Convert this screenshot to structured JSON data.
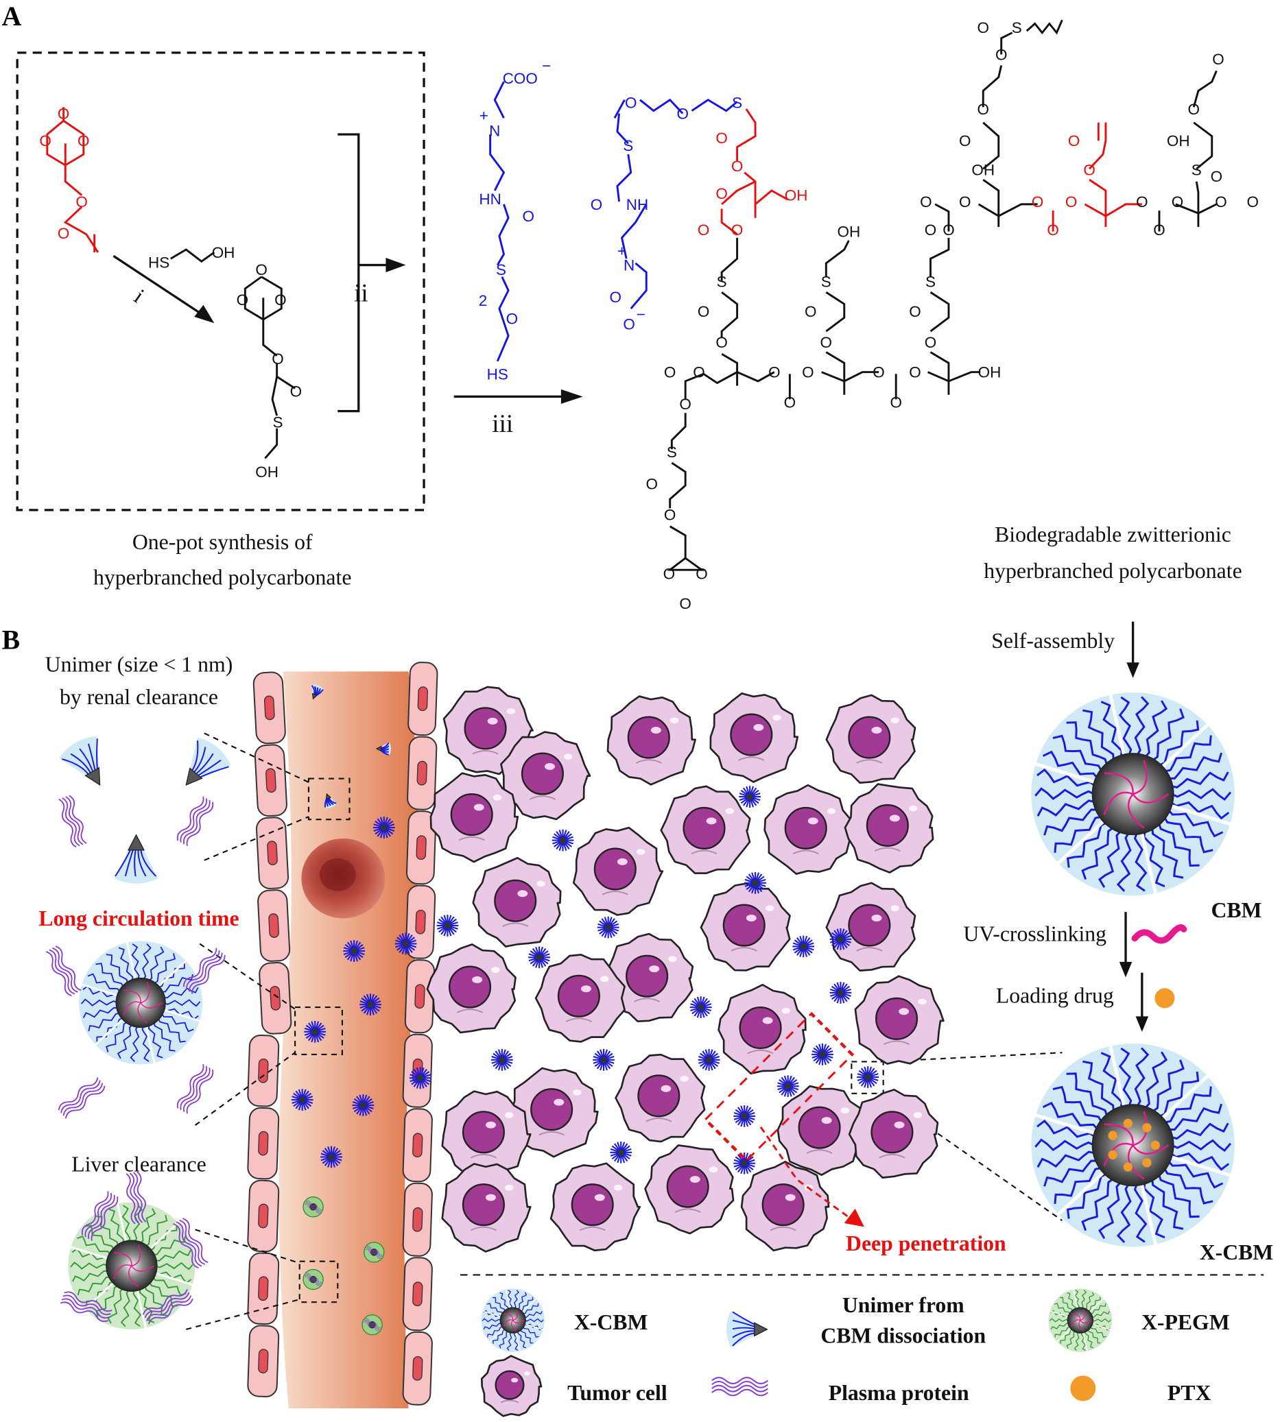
{
  "panels": {
    "a": "A",
    "b": "B"
  },
  "colors": {
    "monomer": "#e8100f",
    "zwitterion": "#1414e6",
    "polymer": "#000000",
    "penetration": "#e8100f",
    "ptx": "#f39b2a",
    "uv": "#e8198c",
    "cell_body": "#e9c9e6",
    "cell_nucleus": "#a13a92",
    "shell": "#cfe9f6",
    "peg_shell": "#cfe8c8"
  },
  "panel_a": {
    "step_i": "i",
    "step_ii": "ii",
    "step_iii": "iii",
    "thiol_reagent": {
      "hs": "HS",
      "oh": "OH"
    },
    "monomer_atoms": [
      "O",
      "O",
      "O",
      "O",
      "O"
    ],
    "intermediate_atoms": [
      "O",
      "O",
      "O",
      "O",
      "O",
      "S",
      "OH"
    ],
    "zwitterion_atoms": [
      "COO",
      "−",
      "N",
      "+",
      "HN",
      "O",
      "S",
      "2",
      "O",
      "HS"
    ],
    "polymer_atoms": [
      "O",
      "O",
      "S",
      "S",
      "O",
      "NH",
      "N",
      "+",
      "O",
      "O",
      "−",
      "O",
      "O",
      "O",
      "OH",
      "O",
      "O",
      "S",
      "O",
      "O",
      "O",
      "O",
      "O",
      "S",
      "O",
      "O",
      "O",
      "O",
      "O",
      "O",
      "O",
      "O",
      "OH",
      "S",
      "O",
      "O",
      "O",
      "O",
      "O",
      "OH",
      "S",
      "O",
      "O",
      "O",
      "O",
      "O",
      "O",
      "O",
      "O",
      "O",
      "O",
      "O",
      "O",
      "O",
      "O",
      "OH",
      "O",
      "O",
      "S",
      "O",
      "O",
      "O",
      "O",
      "O",
      "OH",
      "S",
      "O",
      "O"
    ],
    "caption_left": [
      "One-pot synthesis of",
      "hyperbranched polycarbonate"
    ],
    "caption_right": [
      "Biodegradable zwitterionic",
      "hyperbranched polycarbonate"
    ]
  },
  "panel_b": {
    "self_assembly": "Self-assembly",
    "cbm_label": "CBM",
    "uv_crosslinking": "UV-crosslinking",
    "loading_drug": "Loading drug",
    "xcbm_label": "X-CBM",
    "unimer_text": [
      "Unimer (size < 1 nm)",
      "by renal clearance"
    ],
    "long_circulation": "Long circulation time",
    "liver_clearance": "Liver clearance",
    "deep_penetration": "Deep penetration",
    "legend": [
      {
        "icon": "x-cbm-micelle-icon",
        "label": [
          "X-CBM"
        ]
      },
      {
        "icon": "unimer-wedge-icon",
        "label": [
          "Unimer from",
          "CBM dissociation"
        ]
      },
      {
        "icon": "x-pegm-micelle-icon",
        "label": [
          "X-PEGM"
        ]
      },
      {
        "icon": "tumor-cell-icon",
        "label": [
          "Tumor cell"
        ]
      },
      {
        "icon": "plasma-protein-icon",
        "label": [
          "Plasma protein"
        ]
      },
      {
        "icon": "ptx-dot-icon",
        "label": [
          "PTX"
        ]
      }
    ]
  }
}
